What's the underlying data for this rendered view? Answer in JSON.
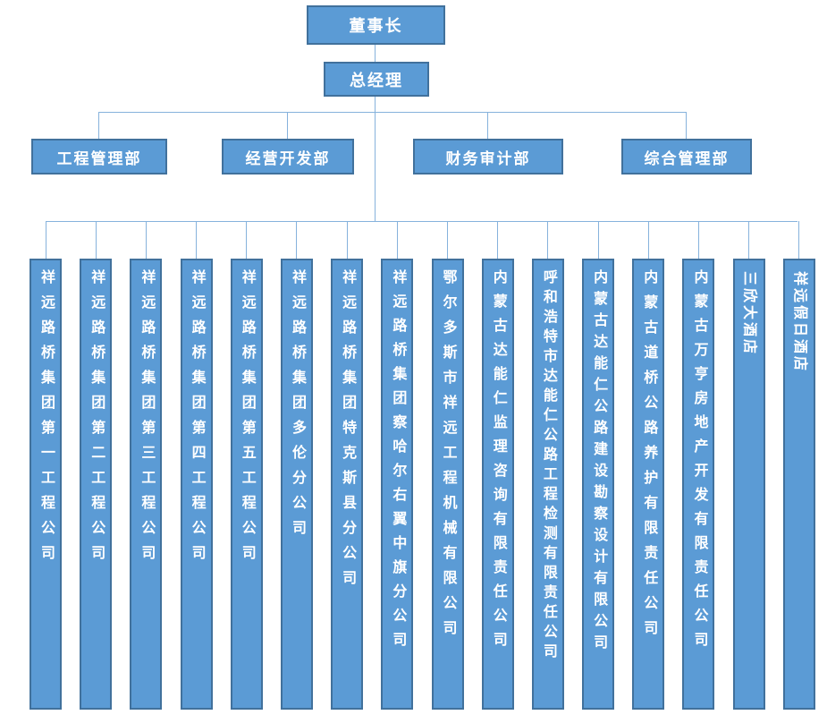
{
  "chairman": {
    "label": "董事长"
  },
  "general_manager": {
    "label": "总经理"
  },
  "departments": [
    {
      "label": "工程管理部"
    },
    {
      "label": "经营开发部"
    },
    {
      "label": "财务审计部"
    },
    {
      "label": "综合管理部"
    }
  ],
  "subsidiaries": [
    {
      "label": "祥远路桥集团第一工程公司",
      "text_orientation": "upright"
    },
    {
      "label": "祥远路桥集团第二工程公司",
      "text_orientation": "upright"
    },
    {
      "label": "祥远路桥集团第三工程公司",
      "text_orientation": "upright"
    },
    {
      "label": "祥远路桥集团第四工程公司",
      "text_orientation": "upright"
    },
    {
      "label": "祥远路桥集团第五工程公司",
      "text_orientation": "upright"
    },
    {
      "label": "祥远路桥集团多伦分公司",
      "text_orientation": "upright"
    },
    {
      "label": "祥远路桥集团特克斯县分公司",
      "text_orientation": "upright"
    },
    {
      "label": "祥远路桥集团察哈尔右翼中旗分公司",
      "text_orientation": "upright"
    },
    {
      "label": "鄂尔多斯市祥远工程机械有限公司",
      "text_orientation": "upright"
    },
    {
      "label": "内蒙古达能仁监理咨询有限责任公司",
      "text_orientation": "upright"
    },
    {
      "label": "呼和浩特市达能仁公路工程检测有限责任公司",
      "text_orientation": "upright"
    },
    {
      "label": "内蒙古达能仁公路建设勘察设计有限公司",
      "text_orientation": "upright"
    },
    {
      "label": "内蒙古道桥公路养护有限责任公司",
      "text_orientation": "upright"
    },
    {
      "label": "内蒙古万亨房地产开发有限责任公司",
      "text_orientation": "upright"
    },
    {
      "label": "三欣大酒店",
      "text_orientation": "sideways"
    },
    {
      "label": "祥远假日酒店",
      "text_orientation": "sideways"
    }
  ],
  "colors": {
    "box_fill": "#5b9bd5",
    "box_border": "#41719c",
    "connector": "#86b2dc",
    "text": "#ffffff",
    "background": "#ffffff"
  }
}
